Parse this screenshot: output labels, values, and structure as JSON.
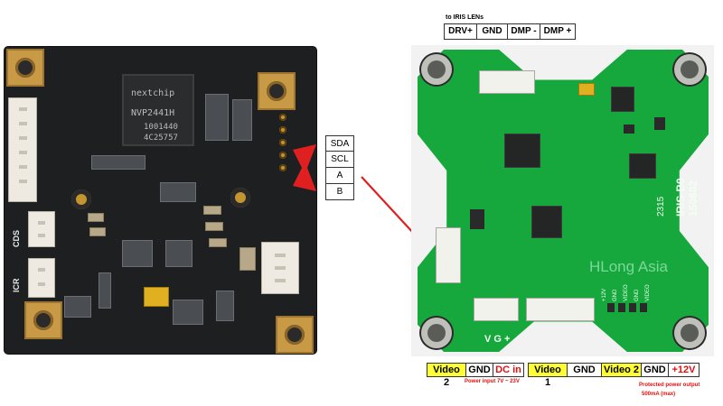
{
  "iris": {
    "title": "to IRIS LENs",
    "cells": [
      "DRV+",
      "GND",
      "DMP -",
      "DMP +"
    ]
  },
  "pins": [
    "SDA",
    "SCL",
    "A",
    "B"
  ],
  "left_board": {
    "chip_brand": "nextchip",
    "chip_model": "NVP2441H",
    "chip_code1": "1001440",
    "chip_code2": "4C25757",
    "label_cds": "CDS",
    "label_icr": "ICR"
  },
  "right_board": {
    "model_line1": "IRIS-B0",
    "model_line2": "150602",
    "code": "2315",
    "brand_watermark": "HLong Asia",
    "vg_label": "V G +",
    "pin_labels": [
      "+12V",
      "GND",
      "VIDEO",
      "GND",
      "VIDEO"
    ]
  },
  "bottom_left": {
    "cells": [
      {
        "text": "Video 2",
        "style": "yellow"
      },
      {
        "text": "GND",
        "style": "plain"
      },
      {
        "text": "DC in",
        "style": "red"
      }
    ],
    "note": "Power input 7V ~ 23V"
  },
  "bottom_right": {
    "cells": [
      {
        "text": "Video 1",
        "style": "yellow"
      },
      {
        "text": "GND",
        "style": "plain"
      },
      {
        "text": "Video 2",
        "style": "yellow"
      },
      {
        "text": "GND",
        "style": "plain"
      },
      {
        "text": "+12V",
        "style": "red"
      }
    ],
    "note1": "Protected power output",
    "note2": "500mA (max)"
  },
  "colors": {
    "pcb_black": "#1d1f20",
    "pcb_green": "#16a83c",
    "highlight_yellow": "#ffff33",
    "accent_red": "#e01010"
  }
}
